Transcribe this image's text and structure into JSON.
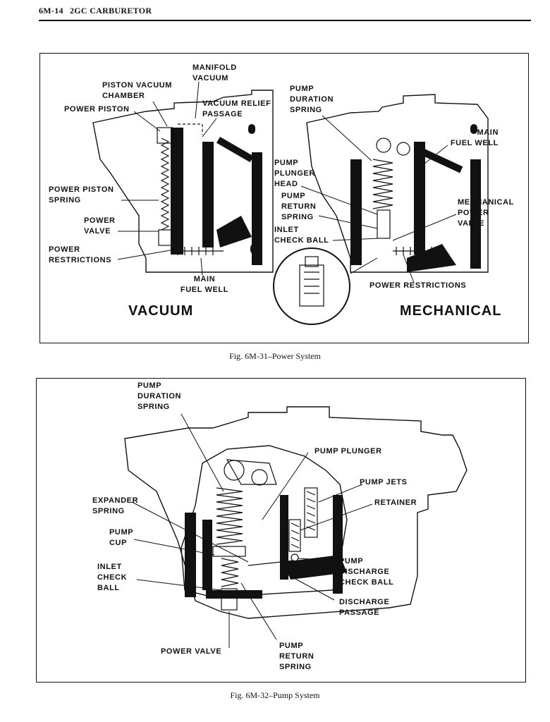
{
  "header": {
    "page_number": "6M-14",
    "title": "2GC CARBURETOR"
  },
  "figure1": {
    "caption": "Fig. 6M-31–Power System",
    "heading_left": "VACUUM",
    "heading_right": "MECHANICAL",
    "labels": {
      "manifold_vacuum": "MANIFOLD\nVACUUM",
      "piston_vacuum_chamber": "PISTON VACUUM\nCHAMBER",
      "power_piston": "POWER PISTON",
      "vacuum_relief_passage": "VACUUM RELIEF\nPASSAGE",
      "pump_duration_spring": "PUMP\nDURATION\nSPRING",
      "main_fuel_well_right": "MAIN\nFUEL WELL",
      "power_piston_spring": "POWER PISTON\nSPRING",
      "pump_plunger_head": "PUMP\nPLUNGER\nHEAD",
      "pump_return_spring": "PUMP\nRETURN\nSPRING",
      "mechanical_power_valve": "MECHANICAL\nPOWER\nVALVE",
      "power_valve": "POWER\nVALVE",
      "inlet_check_ball": "INLET\nCHECK BALL",
      "power_restrictions_left": "POWER\nRESTRICTIONS",
      "main_fuel_well_left": "MAIN\nFUEL WELL",
      "power_restrictions_right": "POWER RESTRICTIONS"
    }
  },
  "figure2": {
    "caption": "Fig. 6M-32–Pump System",
    "labels": {
      "pump_duration_spring": "PUMP\nDURATION\nSPRING",
      "pump_plunger": "PUMP PLUNGER",
      "pump_jets": "PUMP JETS",
      "expander_spring": "EXPANDER\nSPRING",
      "retainer": "RETAINER",
      "pump_cup": "PUMP\nCUP",
      "inlet_check_ball": "INLET\nCHECK\nBALL",
      "pump_discharge_check_ball": "PUMP\nDISCHARGE\nCHECK BALL",
      "discharge_passage": "DISCHARGE\nPASSAGE",
      "power_valve": "POWER VALVE",
      "pump_return_spring": "PUMP\nRETURN\nSPRING"
    }
  }
}
